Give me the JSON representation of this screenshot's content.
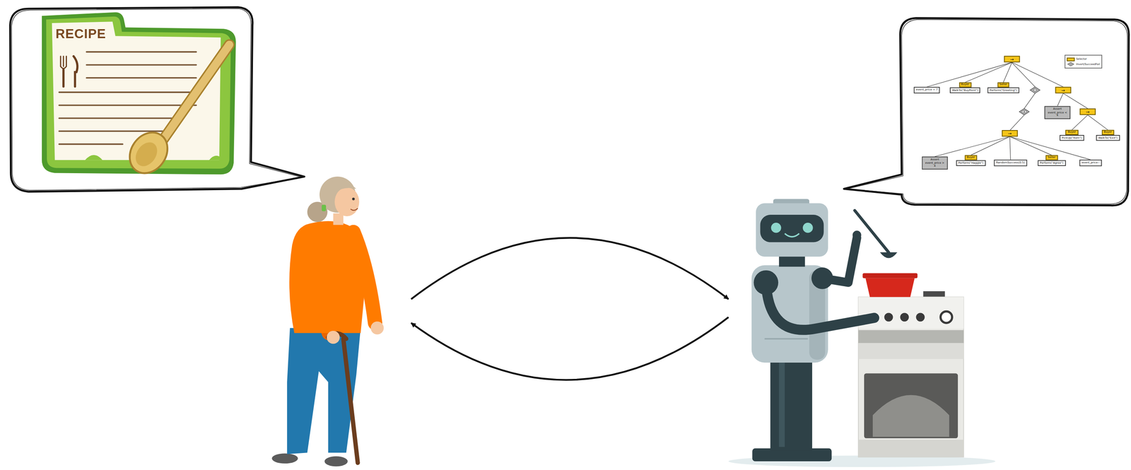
{
  "diagram": {
    "nodes": [
      {
        "text": [
          "RECIPE"
        ]
      },
      {
        "text": [
          "→"
        ]
      },
      {
        "text": [
          "event_price = 7"
        ]
      },
      {
        "text": [
          "Buyer",
          "WalkTo(\"BuyPoint\")"
        ]
      },
      {
        "text": [
          "Seller",
          "Perform(\"Greeting\")"
        ]
      },
      {
        "text": [
          "→"
        ]
      },
      {
        "text": [
          "Assert event_price < 4"
        ]
      },
      {
        "text": [
          "→"
        ]
      },
      {
        "text": [
          "→"
        ]
      },
      {
        "text": [
          "Buyer",
          "PickUp(\"Item\")"
        ]
      },
      {
        "text": [
          "Buyer",
          "WalkTo(\"Exit\")"
        ]
      },
      {
        "text": [
          "Assert event_price > 4"
        ]
      },
      {
        "text": [
          "Buyer",
          "Perform(\"Haggle\")"
        ]
      },
      {
        "text": [
          "RandomSuccess(0.5)"
        ]
      },
      {
        "text": [
          "Seller",
          "Perform(\"Agree\")"
        ]
      },
      {
        "text": [
          "event_price--"
        ]
      }
    ],
    "edges": [
      {
        "from": 1,
        "to": 2,
        "arrow": "none"
      },
      {
        "from": 1,
        "to": 3,
        "arrow": "none"
      },
      {
        "from": 1,
        "to": 4,
        "arrow": "none"
      },
      {
        "from": 1,
        "to": 5,
        "arrow": "none"
      },
      {
        "from": 5,
        "to": 6,
        "arrow": "none"
      },
      {
        "from": 5,
        "to": 7,
        "arrow": "none"
      },
      {
        "from": 7,
        "to": 9,
        "arrow": "none"
      },
      {
        "from": 7,
        "to": 10,
        "arrow": "none"
      },
      {
        "from": 8,
        "to": 11,
        "arrow": "none"
      },
      {
        "from": 8,
        "to": 12,
        "arrow": "none"
      },
      {
        "from": 8,
        "to": 13,
        "arrow": "none"
      },
      {
        "from": 8,
        "to": 14,
        "arrow": "none"
      },
      {
        "from": 8,
        "to": 15,
        "arrow": "none"
      }
    ],
    "legend": [
      {
        "text": "Selector",
        "color": "#f5c518"
      },
      {
        "text": "Invert/SucceedFail"
      }
    ]
  }
}
